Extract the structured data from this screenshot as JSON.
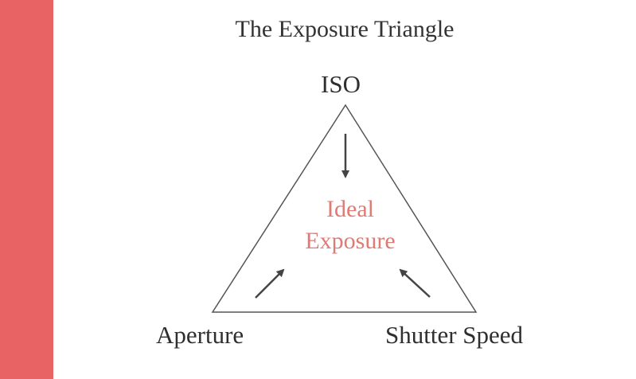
{
  "title": "The Exposure Triangle",
  "vertices": {
    "top": "ISO",
    "bottom_left": "Aperture",
    "bottom_right": "Shutter Speed"
  },
  "center": {
    "line1": "Ideal",
    "line2": "Exposure"
  },
  "colors": {
    "accent": "#e86464",
    "center_text": "#e07a74",
    "lines": "#555555",
    "text": "#333333"
  },
  "icons": [
    "arrow-down-icon",
    "arrow-up-right-icon",
    "arrow-up-left-icon"
  ]
}
